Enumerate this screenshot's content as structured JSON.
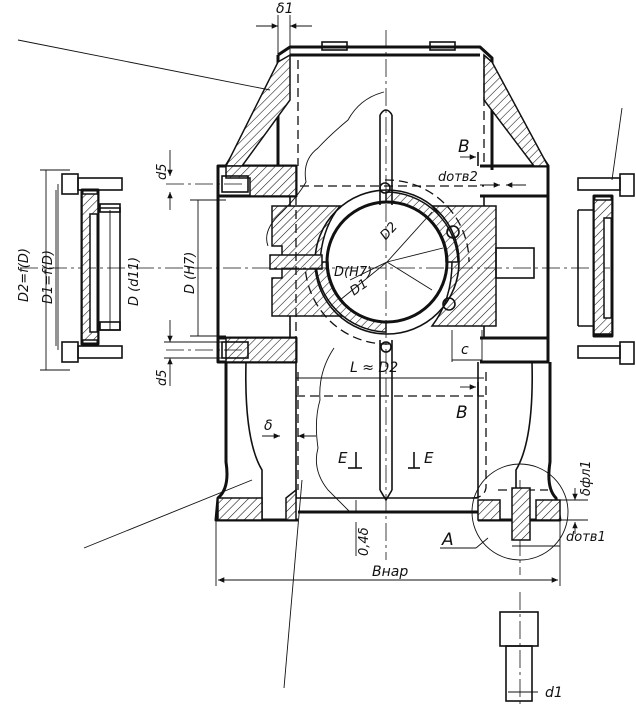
{
  "diagram": {
    "labels": {
      "delta1_top": "δ1",
      "d5_upper": "d5",
      "d5_lower": "d5",
      "D2_eq": "D2=f(D)",
      "D1_eq": "D1=f(D)",
      "D_d11": "D (d11)",
      "D_H7": "D (H7)",
      "section_B_upper": "B",
      "section_B_lower": "B",
      "d_otv2": "dотв2",
      "D2_circle": "D2",
      "DH7_bore": "D(H7)",
      "D1_circle": "D1",
      "c_dim": "c",
      "L_approx": "L ≈ D2",
      "delta_wall": "δ",
      "section_E_left": "E",
      "section_E_right": "E",
      "delta_fl": "δфл1",
      "view_A": "A",
      "d_otv1": "dотв1",
      "height_04d": "0,4δ",
      "B_nar": "Bнар",
      "d1_bolt": "d1"
    }
  }
}
